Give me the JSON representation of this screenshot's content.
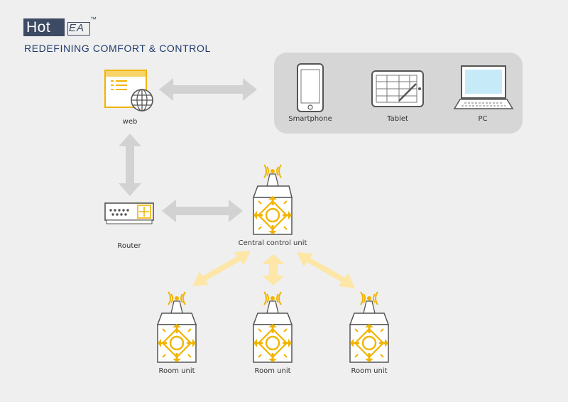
{
  "brand": {
    "logo_word": "Hot",
    "logo_suffix": "EA",
    "trademark": "™",
    "tagline": "REDEFINING COMFORT & CONTROL"
  },
  "nodes": {
    "web": "web",
    "smartphone": "Smartphone",
    "tablet": "Tablet",
    "pc": "PC",
    "router": "Router",
    "central": "Central control unit",
    "room1": "Room unit",
    "room2": "Room unit",
    "room3": "Room unit"
  },
  "colors": {
    "background": "#efefef",
    "device_panel": "#d6d6d6",
    "gray_arrow": "#d2d2d2",
    "yellow_arrow": "#fde6a6",
    "accent": "#f0b400",
    "logo_blue": "#3c4a63",
    "screen_blue": "#c6eaf7"
  }
}
